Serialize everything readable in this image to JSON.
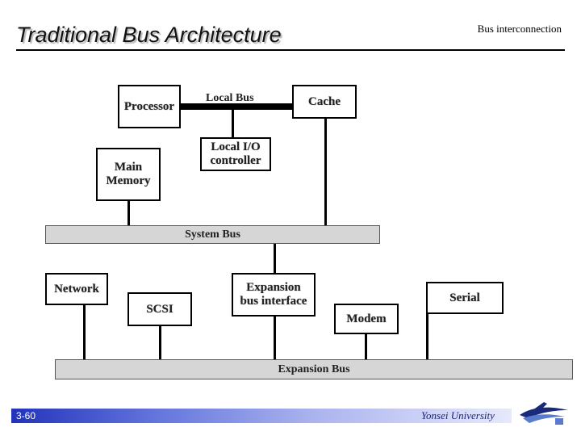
{
  "header": {
    "title": "Traditional Bus Architecture",
    "subtitle": "Bus interconnection"
  },
  "diagram": {
    "components": {
      "processor": "Processor",
      "cache": "Cache",
      "local_io": "Local I/O\ncontroller",
      "main_memory": "Main\nMemory",
      "network": "Network",
      "scsi": "SCSI",
      "expansion_interface": "Expansion\nbus interface",
      "modem": "Modem",
      "serial": "Serial"
    },
    "buses": {
      "local": "Local Bus",
      "system": "System Bus",
      "expansion": "Expansion Bus"
    }
  },
  "footer": {
    "page": "3-60",
    "university": "Yonsei University"
  }
}
